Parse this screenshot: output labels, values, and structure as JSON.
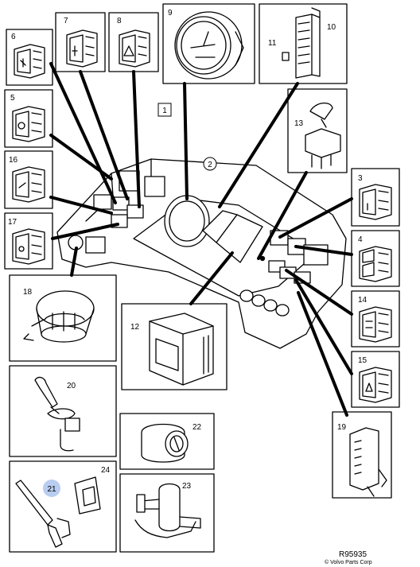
{
  "diagram": {
    "callouts": {
      "c1": "1",
      "c2": "2",
      "c3": "3",
      "c4": "4",
      "c5": "5",
      "c6": "6",
      "c7": "7",
      "c8": "8",
      "c9": "9",
      "c10": "10",
      "c11": "11",
      "c12": "12",
      "c13": "13",
      "c14": "14",
      "c15": "15",
      "c16": "16",
      "c17": "17",
      "c18": "18",
      "c19": "19",
      "c20": "20",
      "c21": "21",
      "c22": "22",
      "c23": "23",
      "c24": "24"
    },
    "highlighted_callout": "21",
    "highlight_color": "#b9cdf0",
    "figure_code": "R95935",
    "copyright": "© Volvo Parts Corp"
  }
}
